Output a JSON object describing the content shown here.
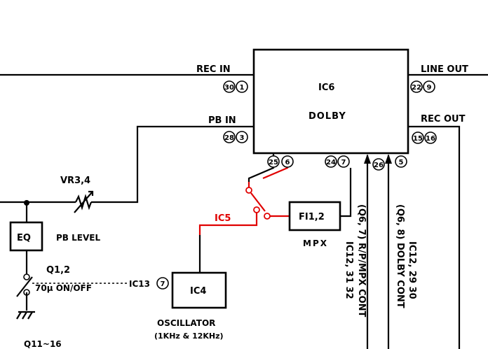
{
  "ic6": {
    "name": "IC6",
    "function": "DOLBY"
  },
  "ports": {
    "rec_in": "REC IN",
    "pb_in": "PB IN",
    "line_out": "LINE OUT",
    "rec_out": "REC OUT"
  },
  "pins": {
    "rec_in": [
      "30",
      "1"
    ],
    "pb_in": [
      "28",
      "3"
    ],
    "line_out": [
      "22",
      "9"
    ],
    "rec_out": [
      "15",
      "16"
    ],
    "bottom_left": [
      "25",
      "6"
    ],
    "bottom_mid": [
      "24",
      "7"
    ],
    "bottom_26": "26",
    "bottom_5": "5",
    "ic13": "7"
  },
  "components": {
    "vr": "VR3,4",
    "pb_level": "PB LEVEL",
    "eq": "EQ",
    "q12": "Q1,2",
    "on_off": "70µ ON/OFF",
    "ic13": "IC13",
    "ic5": "IC5",
    "fil": "FI1,2",
    "mpx": "MPX",
    "ic4": "IC4",
    "oscillator": "OSCILLATOR",
    "osc_freq": "(1KHz & 12KHz)",
    "q11": "Q11~16"
  },
  "vertical_labels": {
    "rp_mpx": "(Q6, 7) R/P/MPX CONT",
    "rp_mpx_ic": "IC12, 31 32",
    "dolby": "(Q6, 8) DOLBY CONT",
    "dolby_ic": "IC12, 29 30"
  },
  "colors": {
    "highlight": "#e00000",
    "line": "#000000"
  }
}
